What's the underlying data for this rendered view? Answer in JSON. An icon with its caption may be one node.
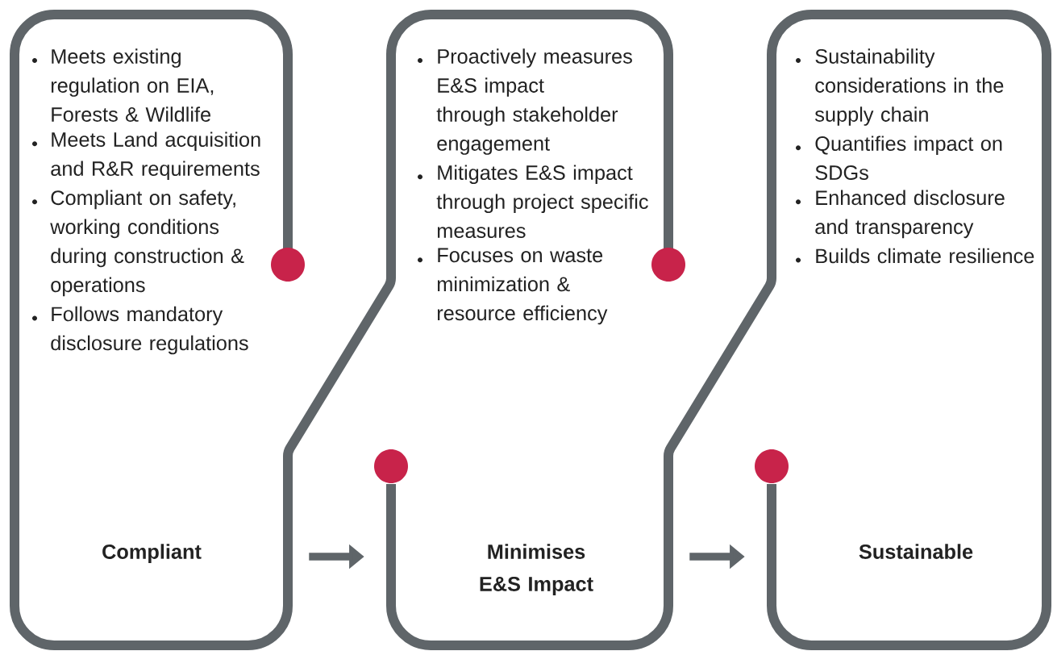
{
  "diagram": {
    "nodes": [
      {
        "text": [
          "Meets existing regulation on EIA, Forests & Wildlife",
          "Meets Land acquisition and R&R requirements",
          "Compliant on safety, working conditions during construction & operations",
          "Follows mandatory disclosure regulations",
          "Compliant"
        ]
      },
      {
        "text": [
          "Proactively measures E&S impact through stakeholder engagement",
          "Mitigates E&S impact through project specific measures",
          "Focuses on waste minimization & resource efficiency",
          "Minimises E&S Impact"
        ]
      },
      {
        "text": [
          "Sustainability considerations in the supply chain",
          "Quantifies impact on SDGs",
          "Enhanced disclosure and transparency",
          "Builds climate resilience",
          "Sustainable"
        ]
      }
    ],
    "edges": [
      {
        "from": 0,
        "to": 1,
        "arrow": "to"
      },
      {
        "from": 1,
        "to": 2,
        "arrow": "to"
      }
    ]
  }
}
